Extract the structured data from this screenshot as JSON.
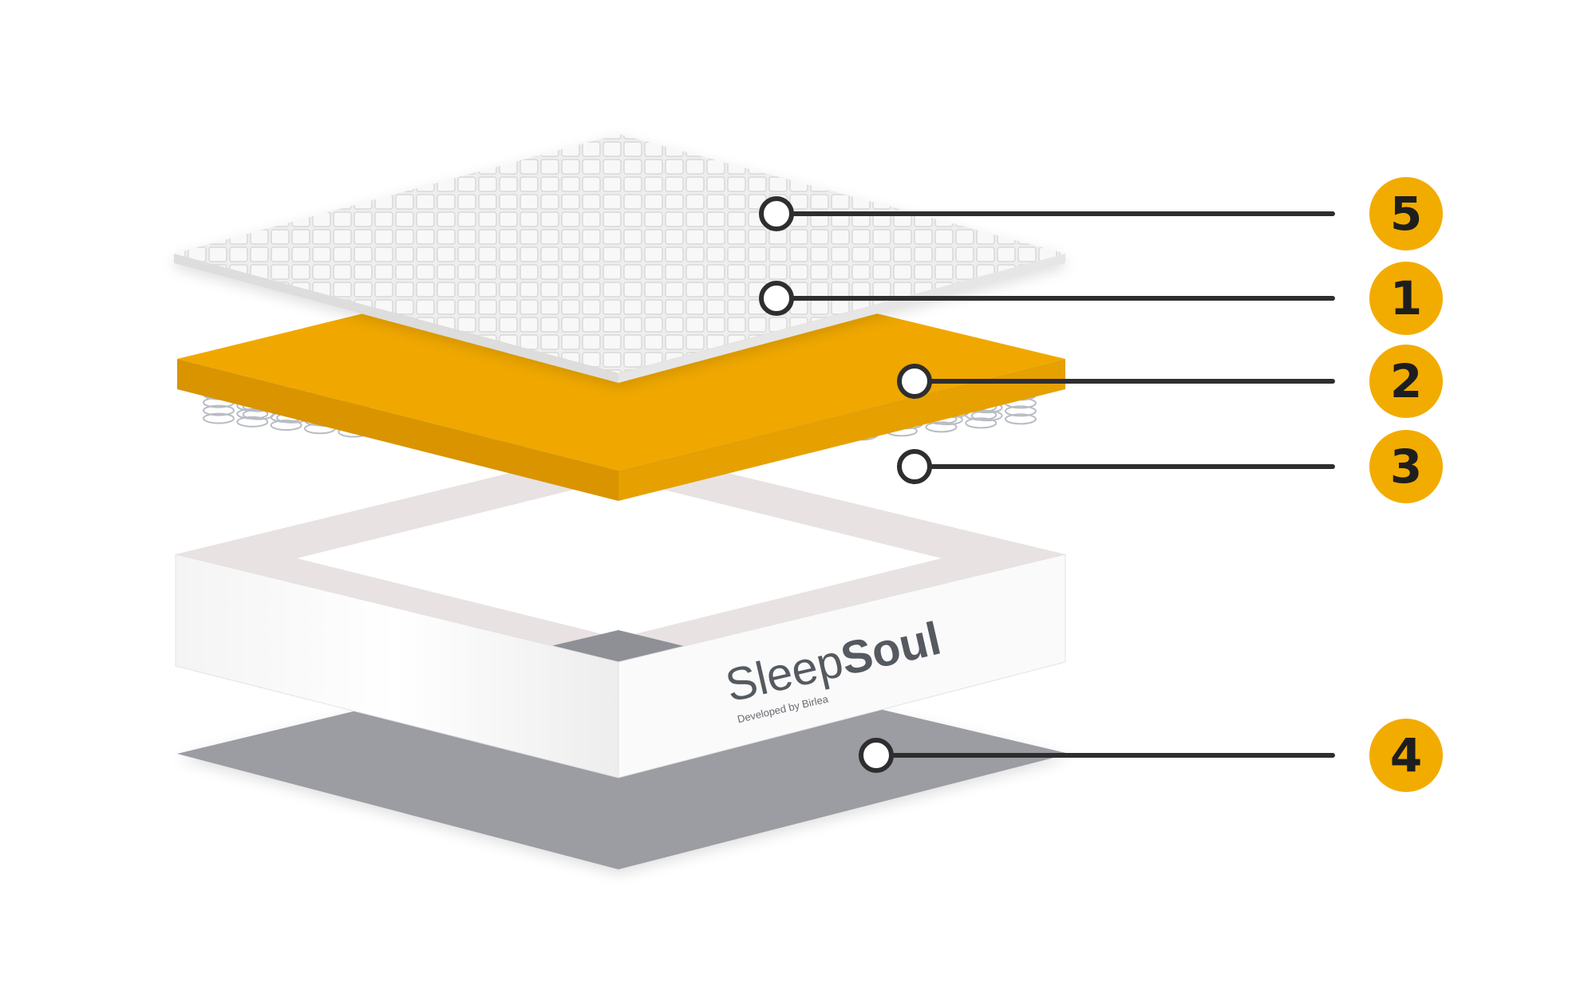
{
  "colors": {
    "accent": "#F2AC00",
    "foam_top": "#F0A800",
    "foam_side": "#D99400",
    "topper": "#F1F1F1",
    "base_sheet": "#9B9DA3",
    "leader_line": "#2E2E2E",
    "badge_text": "#1E1E1E"
  },
  "brand": {
    "name_prefix": "Sleep",
    "name_suffix": "Soul",
    "tagline": "Developed by Birlea"
  },
  "callouts": [
    {
      "number": "5",
      "target": "quilted-cover"
    },
    {
      "number": "1",
      "target": "comfort-top"
    },
    {
      "number": "2",
      "target": "orange-foam-layer"
    },
    {
      "number": "3",
      "target": "pocket-springs"
    },
    {
      "number": "4",
      "target": "base-sheet"
    }
  ]
}
